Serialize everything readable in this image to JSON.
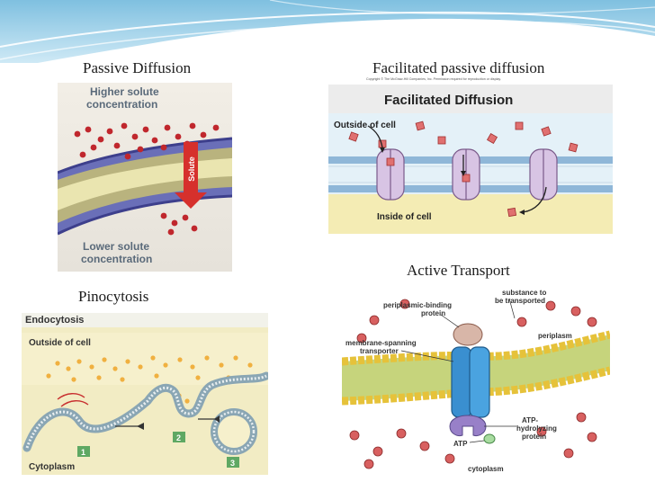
{
  "slide": {
    "colors": {
      "header_light": "#c9e6f4",
      "header_mid": "#8dc7e4",
      "header_line": "#ffffff"
    }
  },
  "panels": {
    "passive": {
      "caption": "Passive Diffusion",
      "labels": {
        "top": [
          "Higher solute",
          "concentration"
        ],
        "bottom": [
          "Lower solute",
          "concentration"
        ],
        "arrow": "Solute"
      }
    },
    "facilitated": {
      "caption": "Facilitated passive diffusion",
      "copyright": "Copyright © The McGraw-Hill Companies, Inc. Permission required for reproduction or display.",
      "labels": {
        "title": "Facilitated Diffusion",
        "outside": "Outside of cell",
        "inside": "Inside of cell"
      }
    },
    "pinocytosis": {
      "caption": "Pinocytosis",
      "labels": {
        "title": "Endocytosis",
        "outside": "Outside of cell",
        "cytoplasm": "Cytoplasm",
        "step1": "1",
        "step2": "2",
        "step3": "3"
      }
    },
    "active": {
      "caption": "Active Transport",
      "labels": {
        "substance": [
          "substance to",
          "be transported"
        ],
        "binding": [
          "periplasmic-binding",
          "protein"
        ],
        "periplasm": "periplasm",
        "transporter": [
          "membrane-spanning",
          "transporter"
        ],
        "atp_protein": [
          "ATP-",
          "hydrolyzing",
          "protein"
        ],
        "atp": "ATP",
        "cytoplasm": "cytoplasm"
      }
    }
  }
}
